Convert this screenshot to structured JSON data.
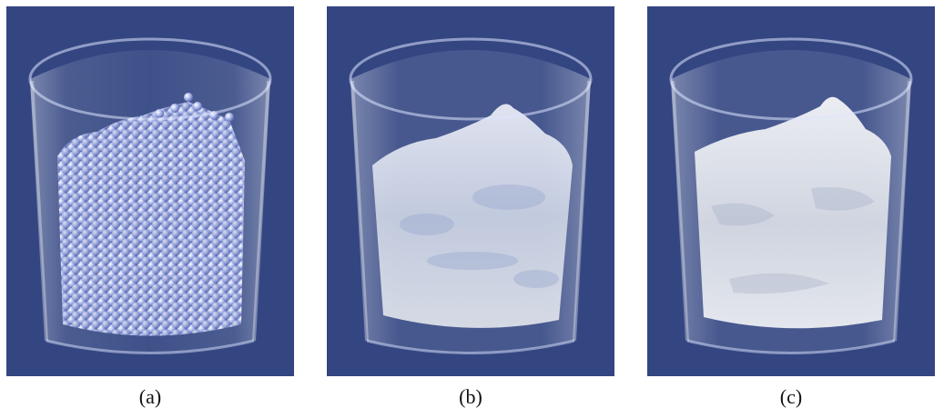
{
  "panels": [
    {
      "caption": "(a)",
      "content": "particles"
    },
    {
      "caption": "(b)",
      "content": "splash"
    },
    {
      "caption": "(c)",
      "content": "surface"
    }
  ],
  "colors": {
    "background": "#334682",
    "glass": "#c9d3ee",
    "particle": "#a9b6ea",
    "fluid": "#e3e7f0"
  }
}
